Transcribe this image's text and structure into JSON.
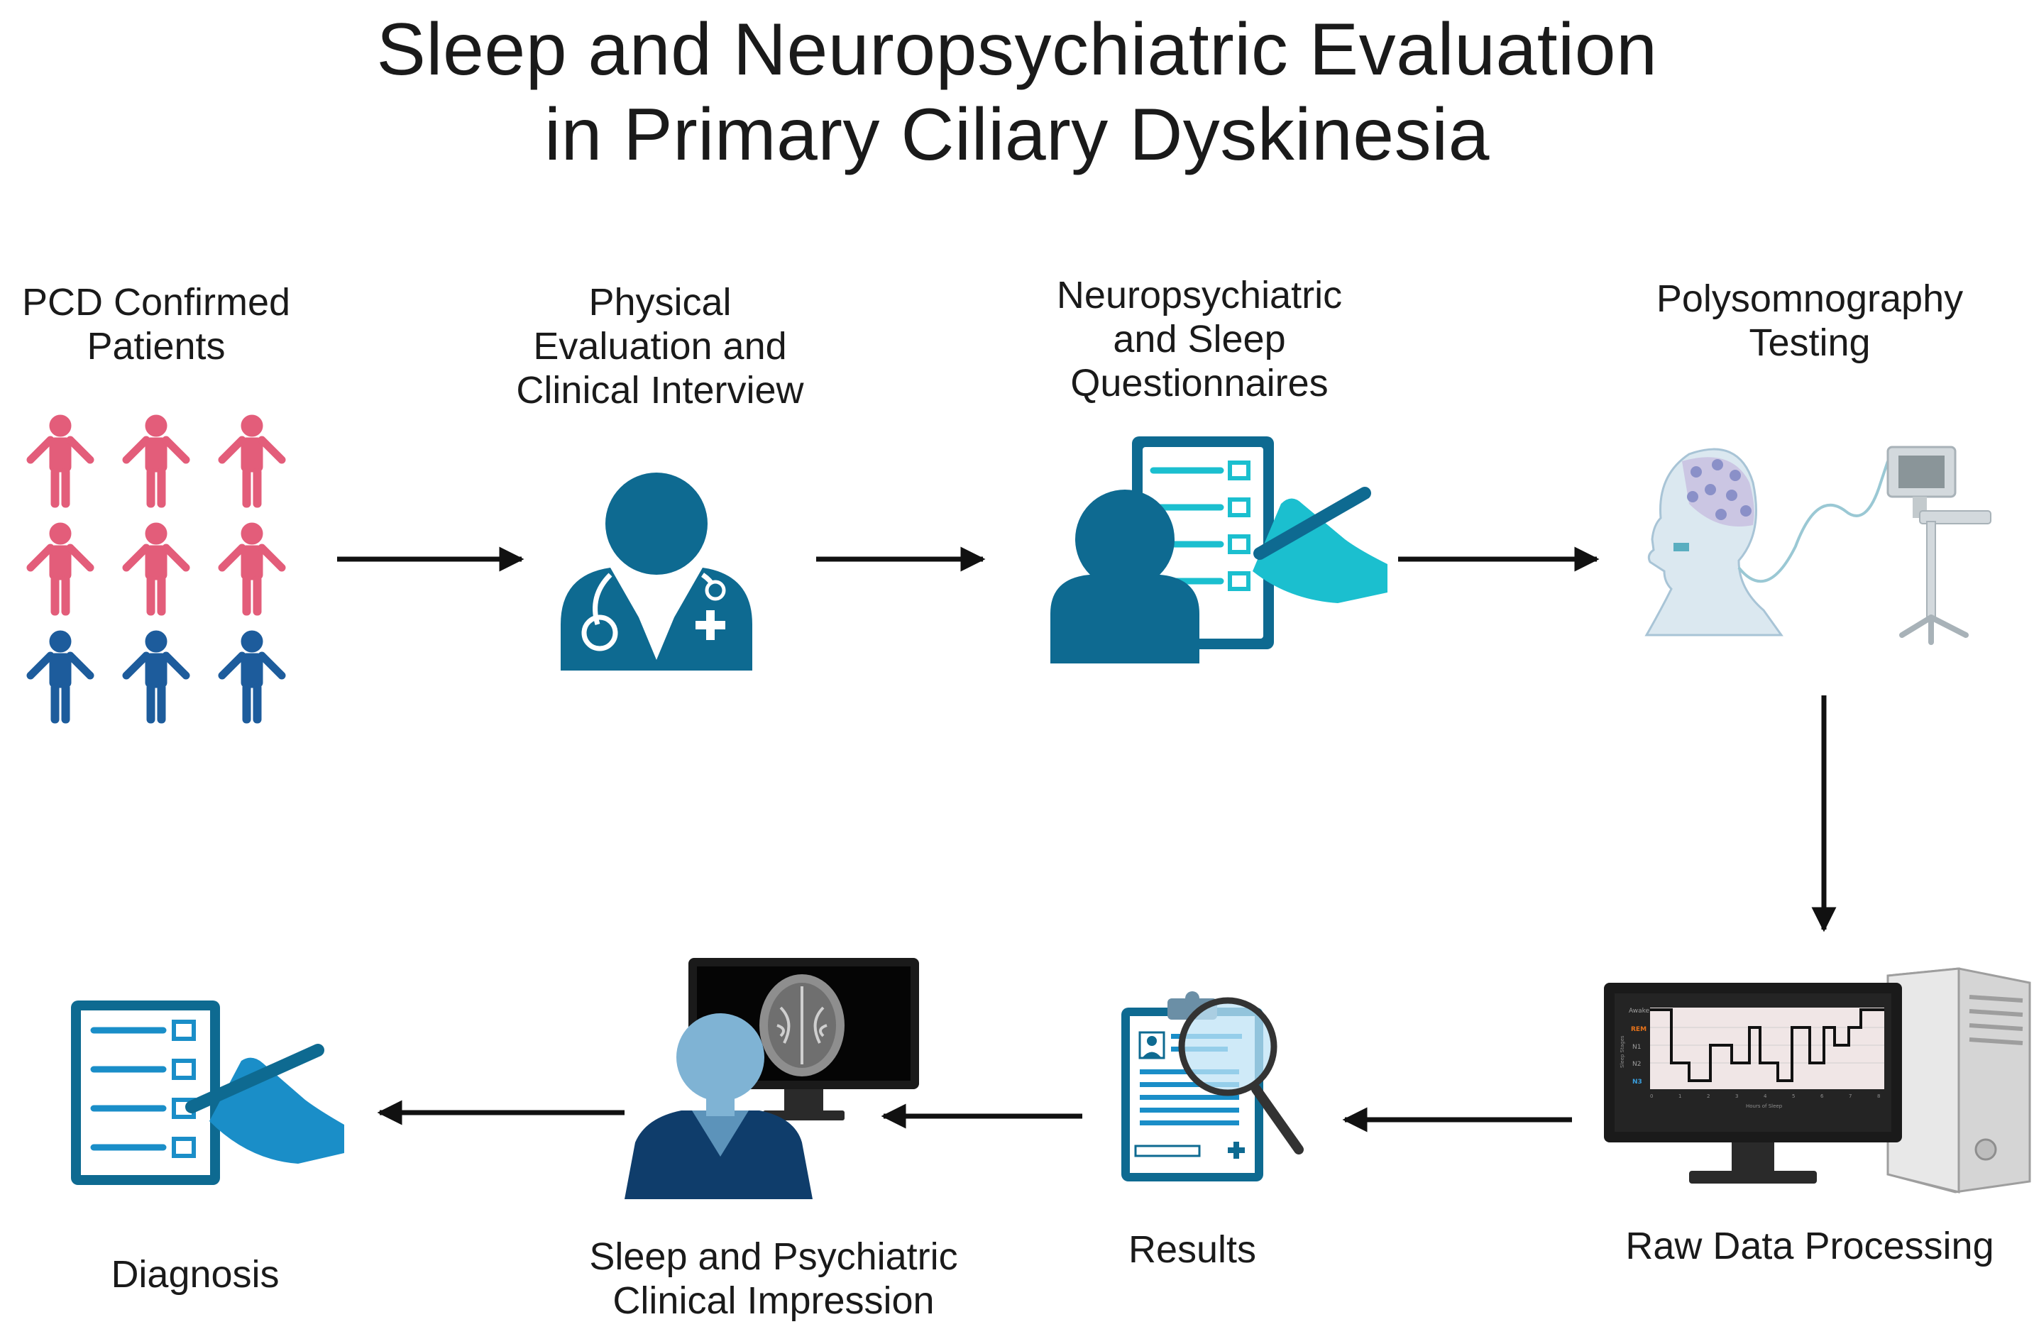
{
  "title": {
    "line1": "Sleep and Neuropsychiatric Evaluation",
    "line2": "in Primary Ciliary Dyskinesia"
  },
  "steps": [
    {
      "line1": "PCD Confirmed",
      "line2": "Patients",
      "icon": "people-group-icon"
    },
    {
      "line1": "Physical",
      "line2": "Evaluation and",
      "line3": "Clinical Interview",
      "icon": "doctor-icon"
    },
    {
      "line1": "Neuropsychiatric",
      "line2": "and Sleep",
      "line3": "Questionnaires",
      "icon": "questionnaire-icon"
    },
    {
      "line1": "Polysomnography",
      "line2": "Testing",
      "icon": "polysomnography-icon"
    },
    {
      "line1": "Raw Data Processing",
      "icon": "computer-hypnogram-icon"
    },
    {
      "line1": "Results",
      "icon": "clipboard-magnifier-icon"
    },
    {
      "line1": "Sleep and Psychiatric",
      "line2": "Clinical Impression",
      "icon": "clinician-brain-scan-icon"
    },
    {
      "line1": "Diagnosis",
      "icon": "diagnosis-checklist-icon"
    }
  ],
  "hypnogram": {
    "stage_labels": [
      "Awake",
      "REM",
      "N1",
      "N2",
      "N3"
    ],
    "y_axis_label": "Sleep Stages",
    "x_axis_label": "Hours of Sleep",
    "x_ticks": [
      "0",
      "1",
      "2",
      "3",
      "4",
      "5",
      "6",
      "7",
      "8"
    ]
  },
  "colors": {
    "pink": "#e35d7a",
    "navy": "#1d5c9c",
    "teal": "#0e6a91",
    "cyan": "#1bbfcf",
    "blue": "#0e8fcf",
    "arrow": "#111111"
  }
}
